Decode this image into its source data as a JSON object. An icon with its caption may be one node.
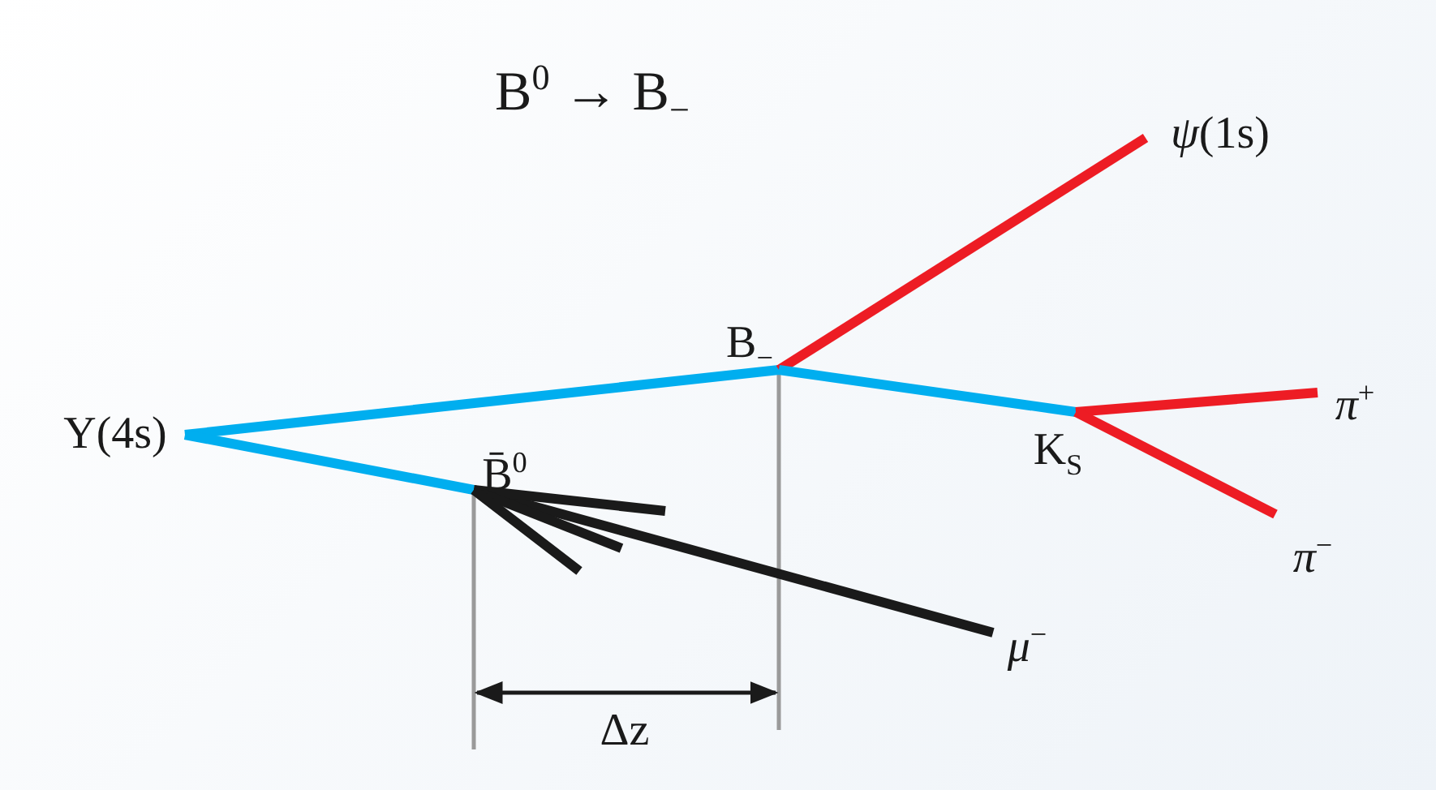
{
  "diagram": {
    "title": "B$^{0}$ → B$_{−}$",
    "nodes": [
      {
        "text": [
          "Υ(4s)"
        ]
      },
      {
        "text": [
          "B$_{−}$"
        ]
      },
      {
        "text": [
          "B̄$^{0}$"
        ]
      },
      {
        "text": [
          "*ψ*(1s)"
        ]
      },
      {
        "text": [
          "K$_{S}$"
        ]
      },
      {
        "text": [
          "*π*$^{+}$"
        ]
      },
      {
        "text": [
          "*π*$^{−}$"
        ]
      },
      {
        "text": [
          "*μ*$^{−}$"
        ]
      }
    ],
    "edges": [
      {
        "from": 0,
        "to": 1,
        "arrow": "none",
        "color": "#00aeef"
      },
      {
        "from": 0,
        "to": 2,
        "arrow": "none",
        "color": "#00aeef"
      },
      {
        "from": 1,
        "to": 3,
        "arrow": "none",
        "color": "#ed1c24"
      },
      {
        "from": 1,
        "to": 4,
        "arrow": "none",
        "color": "#00aeef"
      },
      {
        "from": 4,
        "to": 5,
        "arrow": "none",
        "color": "#ed1c24"
      },
      {
        "from": 4,
        "to": 6,
        "arrow": "none",
        "color": "#ed1c24"
      },
      {
        "from": 2,
        "to": 7,
        "arrow": "none",
        "color": "#1a1a1a"
      },
      {
        "from": 2,
        "to": null,
        "arrow": "none",
        "color": "#1a1a1a"
      },
      {
        "from": 2,
        "to": null,
        "arrow": "none",
        "color": "#1a1a1a"
      },
      {
        "from": 2,
        "to": null,
        "arrow": "none",
        "color": "#1a1a1a"
      }
    ],
    "labels": [
      "Δz"
    ]
  }
}
